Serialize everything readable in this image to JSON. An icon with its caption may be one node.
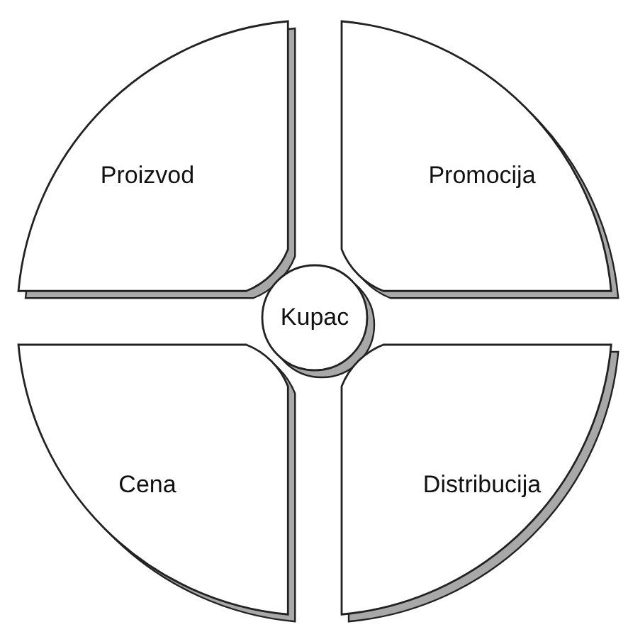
{
  "diagram": {
    "nodes": [
      {
        "text": [
          "Proizvod"
        ]
      },
      {
        "text": [
          "Promocija"
        ]
      },
      {
        "text": [
          "Kupac"
        ]
      },
      {
        "text": [
          "Cena"
        ]
      },
      {
        "text": [
          "Distribucija"
        ]
      }
    ]
  }
}
